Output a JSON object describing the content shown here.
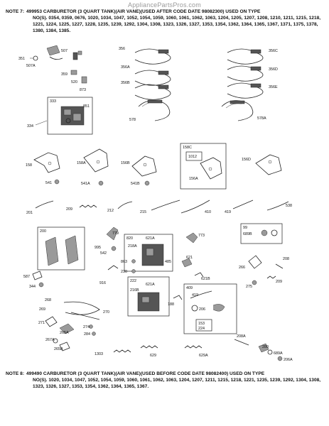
{
  "watermark": "AppliancePartsPros.com",
  "note7": {
    "lead": "NOTE 7:",
    "heading": "499953 CARBURETOR (3 QUART TANK)(AIR VANE)(USED AFTER CODE DATE 98082300) USED ON TYPE",
    "body": "NO(S). 0354, 0359, 0676, 1020, 1034, 1047, 1052, 1054, 1059, 1060, 1061, 1062, 1063, 1204, 1205, 1207, 1208, 1210, 1211, 1215, 1218, 1221, 1224, 1225, 1227, 1228, 1235, 1239, 1292, 1304, 1308, 1323, 1326, 1327, 1353, 1354, 1362, 1364, 1365, 1367, 1371, 1375, 1378, 1380, 1384, 1385."
  },
  "note8": {
    "lead": "NOTE 8:",
    "heading": "499490 CARBURETOR (3 QUART TANK)(AIR VANE)(USED BEFORE CODE DATE 98082400) USED ON TYPE",
    "body": "NO(S). 1020, 1034, 1047, 1052, 1054, 1059, 1060, 1061, 1062, 1063, 1204, 1207, 1211, 1215, 1218, 1221, 1235, 1239, 1292, 1304, 1308, 1323, 1326, 1327, 1353, 1354, 1362, 1364, 1365, 1367."
  },
  "callouts": {
    "p351": "351",
    "p507": "507",
    "p507a": "507A",
    "p359": "359",
    "p520": "520",
    "p873": "873",
    "p333": "333",
    "p851": "851",
    "p334": "334",
    "p356": "356",
    "p356a": "356A",
    "p356b": "356B",
    "p578": "578",
    "p356c": "356C",
    "p356d": "356D",
    "p356e": "356E",
    "p578a": "578A",
    "p158": "158",
    "p158a": "158A",
    "p156b": "156B",
    "p541": "541",
    "p541a": "541A",
    "p541b": "541B",
    "p158c": "158C",
    "p1012": "1012",
    "p156a": "156A",
    "p156d": "156D",
    "p201": "201",
    "p209": "209",
    "p212": "212",
    "p215": "215",
    "p410": "410",
    "p419a": "419",
    "p538": "538",
    "p200": "200",
    "p587": "587",
    "p344": "344",
    "p779": "779",
    "p995": "995",
    "p542": "542",
    "p916": "916",
    "p820": "820",
    "p621a": "621A",
    "p218a": "218A",
    "p863": "863",
    "p230": "230",
    "p485": "485",
    "p773": "773",
    "p621": "621",
    "p99": "99",
    "p689b": "689B",
    "p266": "266",
    "p208": "208",
    "p275": "275",
    "p209b": "209",
    "p222": "222",
    "p621a2": "621A",
    "p216b": "216B",
    "p188": "188",
    "p621b": "621B",
    "p409": "409",
    "p419b": "419",
    "p206": "206",
    "p153": "153",
    "p224": "224",
    "p268": "268",
    "p269": "269",
    "p270": "270",
    "p271": "271",
    "p274": "274",
    "p284": "284",
    "p265a": "265A",
    "p267a": "267A",
    "p265b": "265B",
    "p1303": "1303",
    "p629": "629",
    "p629a": "629A",
    "p208a": "208A",
    "p689a": "689A",
    "p280": "280",
    "p206a": "206A"
  }
}
